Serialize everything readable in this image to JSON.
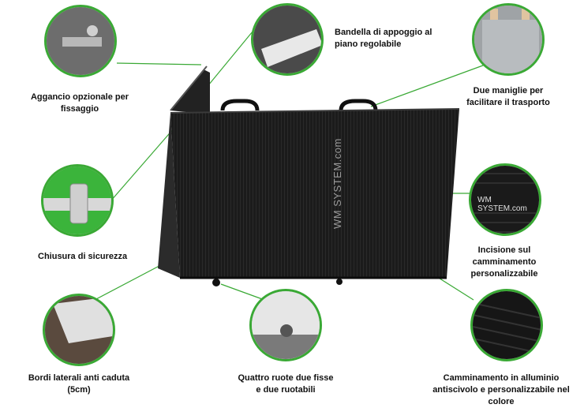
{
  "product": {
    "engraving": "WM SYSTEM.com"
  },
  "callouts": {
    "hook": {
      "text": "Aggancio opzionale per fissaggio",
      "icon": "hook-bracket-icon"
    },
    "flap": {
      "text": "Bandella di appoggio al piano regolabile",
      "icon": "flap-plate-icon"
    },
    "handles": {
      "text": "Due maniglie per facilitare il trasporto",
      "icon": "handles-icon"
    },
    "latch": {
      "text": "Chiusura di sicurezza",
      "icon": "latch-icon"
    },
    "engraving": {
      "text": "Incisione sul camminamento personalizzabile",
      "icon": "engraving-icon",
      "inset": "WM SYSTEM.com"
    },
    "edges": {
      "text": "Bordi laterali anti caduta (5cm)",
      "icon": "side-edges-icon"
    },
    "wheels": {
      "text": "Quattro ruote due fisse e due ruotabili",
      "icon": "wheel-icon"
    },
    "surface": {
      "text": "Camminamento in alluminio antiscivolo e personalizzabile nel colore",
      "icon": "ribbed-surface-icon"
    }
  },
  "colors": {
    "accent": "#3aa935",
    "ramp": "#1b1b1b"
  }
}
